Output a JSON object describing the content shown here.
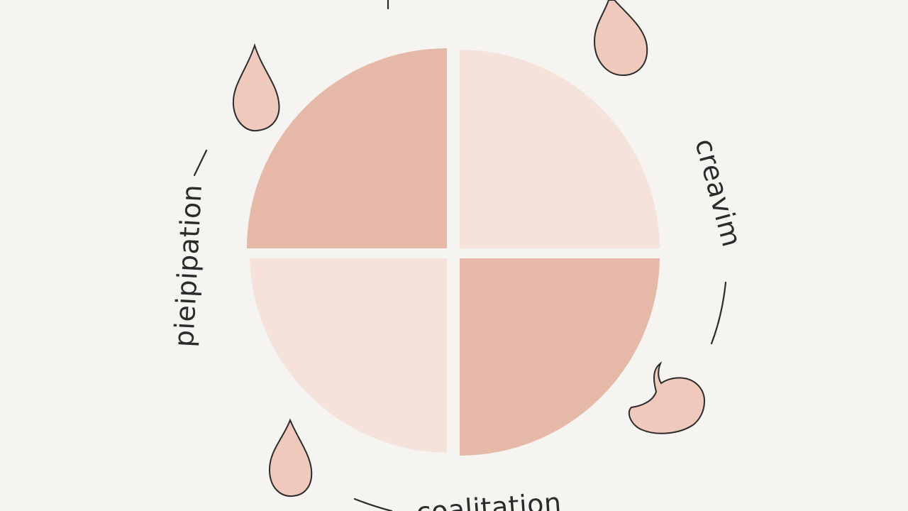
{
  "labels": {
    "left": "pieipipation",
    "right": "creavim",
    "bottom": "coalitation"
  },
  "colors": {
    "background": "#f6f4f1",
    "quadrant_dark": "#e5b8a8",
    "quadrant_light": "#f5e2db",
    "drop_fill": "#eec9bc",
    "outline": "#2b2b2b"
  },
  "icons": [
    "drop-icon",
    "drop-icon",
    "drop-icon",
    "swirl-drop-icon"
  ]
}
